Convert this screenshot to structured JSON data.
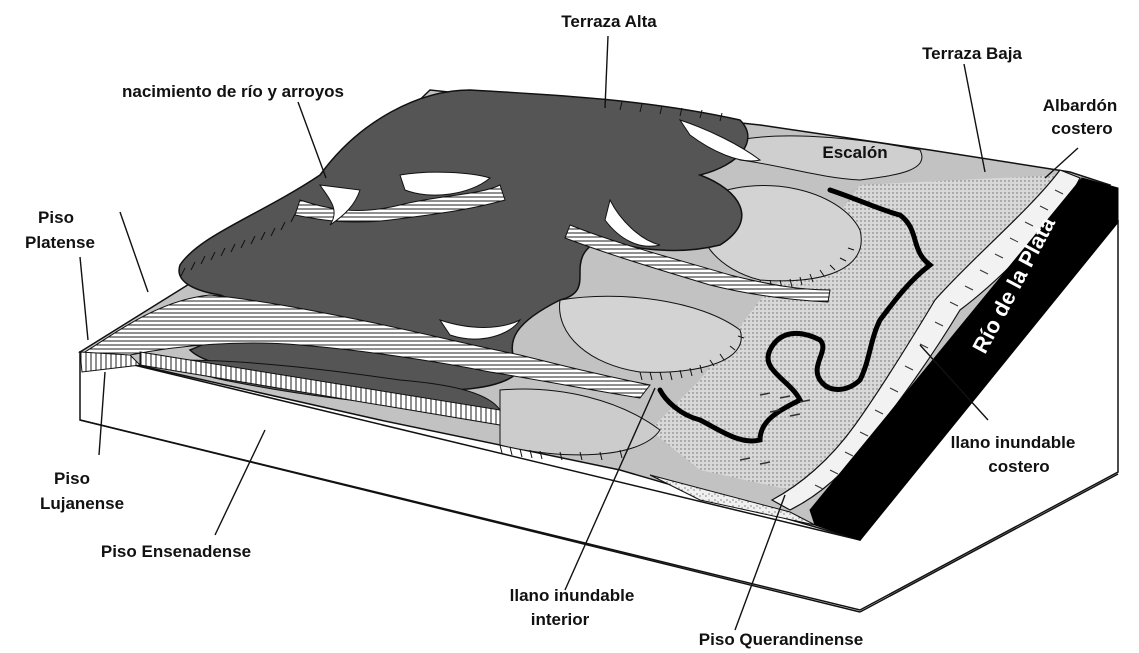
{
  "labels": {
    "terraza_alta": "Terraza Alta",
    "terraza_baja": "Terraza Baja",
    "nacimiento": "nacimiento de río y arroyos",
    "escalon": "Escalón",
    "albardon_line1": "Albardón",
    "albardon_line2": "costero",
    "piso_platense_line1": "Piso",
    "piso_platense_line2": "Platense",
    "rio_de_la_plata": "Río de la Plata",
    "llano_costero_line1": "llano inundable",
    "llano_costero_line2": "costero",
    "piso_lujanense_line1": "Piso",
    "piso_lujanense_line2": "Lujanense",
    "piso_ensenadense": "Piso Ensenadense",
    "llano_interior_line1": "llano inundable",
    "llano_interior_line2": "interior",
    "piso_querandinense": "Piso Querandinense"
  },
  "colors": {
    "terraza_alta": "#555555",
    "terraza_baja": "#cfcfcf",
    "llano_interior": "#bdbdbd",
    "river": "#000000",
    "block_side": "#ffffff",
    "outline": "#111111"
  }
}
